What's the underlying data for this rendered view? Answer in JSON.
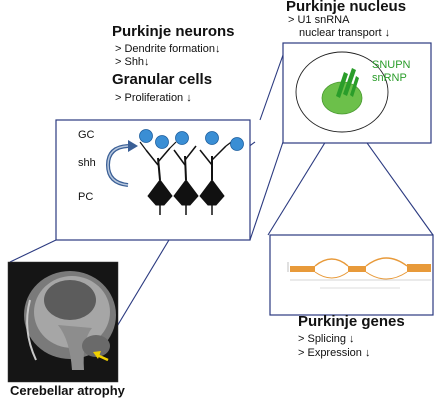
{
  "purkinje_neurons": {
    "heading": "Purkinje neurons",
    "items": [
      "> Dendrite formation↓",
      "> Shh↓"
    ]
  },
  "granular_cells": {
    "heading": "Granular cells",
    "items": [
      "> Proliferation ↓"
    ]
  },
  "purkinje_nucleus": {
    "heading": "Purkinje nucleus",
    "items": [
      "> U1 snRNA",
      "nuclear transport ↓"
    ]
  },
  "nucleus_box": {
    "labels": [
      "SNUPN",
      "snRNP"
    ],
    "label_color": "#2a9d2a",
    "nucleus_color": "#6cc04a"
  },
  "cell_box": {
    "labels": [
      "GC",
      "shh",
      "PC"
    ],
    "granule_color": "#3a8ed4"
  },
  "purkinje_genes": {
    "heading": "Purkinje genes",
    "items": [
      "> Splicing ↓",
      "> Expression ↓"
    ]
  },
  "mri": {
    "caption": "Cerebellar atrophy",
    "arrow_color": "#f0d000"
  },
  "splicing_plot": {
    "line_color": "#e89a3a"
  }
}
